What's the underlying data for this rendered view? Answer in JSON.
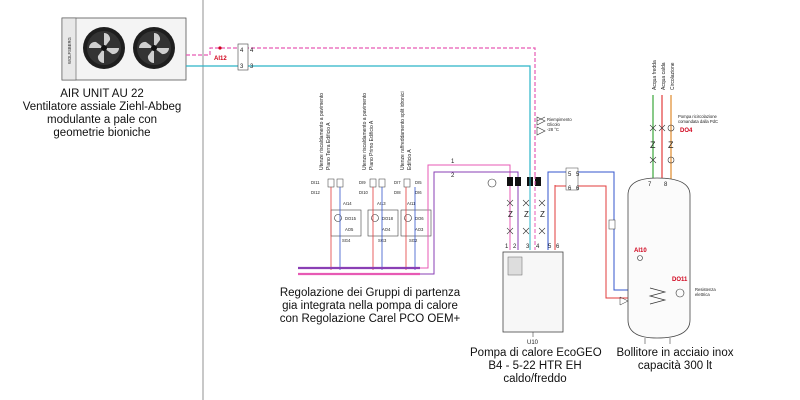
{
  "air_unit": {
    "title": "AIR UNIT AU 22",
    "line2": "Ventilatore assiale Ziehl-Abbeg",
    "line3": "modulante a pale con",
    "line4": "geometrie bioniche",
    "brand": "WOLFSBERG"
  },
  "caption_regolazione": {
    "line1": "Regolazione dei Gruppi di partenza",
    "line2": "gia integrata nella pompa di calore",
    "line3": "con Regolazione Carel PCO OEM+"
  },
  "caption_pompa": {
    "line1": "Pompa di calore EcoGEO",
    "line2": "B4 - 5-22  HTR EH",
    "line3": "caldo/freddo"
  },
  "caption_bollitore": {
    "line1": "Bollitore in acciaio inox",
    "line2": "capacità 300 lt"
  },
  "utenze": [
    {
      "line1": "Utenze riscaldamento a pavimento",
      "line2": "Piano Terra Edificio A"
    },
    {
      "line1": "Utenze riscaldamento a pavimento",
      "line2": "Piano Primo Edificio A"
    },
    {
      "line1": "Utenze raffreddamento split idronici",
      "line2": "Edificio A"
    }
  ],
  "acqua": {
    "fredda": "Acqua fredda",
    "calda": "Acqua calda",
    "circolazione": "Circolazione"
  },
  "labels": {
    "riempimento_l1": "Riempimento",
    "riempimento_l2": "Glicolo",
    "riempimento_l3": "-28 °C",
    "pompa_ricircolo_l1": "Pompa ricircolazione",
    "pompa_ricircolo_l2": "comandata dalla PdC",
    "resistenza_l1": "Resistenza",
    "resistenza_l2": "elettrica",
    "u10": "U10"
  },
  "signals": {
    "ai12": "AI12",
    "ai10": "AI10",
    "do4": "DO4",
    "do11": "DO11"
  },
  "groups": [
    {
      "di_top": "DI11",
      "di_bot": "DI12",
      "ai": "AI14",
      "do": "DO15",
      "ao": "AO5",
      "sg": "SG4"
    },
    {
      "di_top": "DI9",
      "di_bot": "DI10",
      "ai": "AI13",
      "do": "DO18",
      "ao": "AO4",
      "sg": "SG3"
    },
    {
      "di_top": "DI7",
      "di_bot": "DI8",
      "ai": "AI11",
      "do": "DO6",
      "ao": "AO3",
      "sg": "SG2"
    }
  ],
  "extra_di": {
    "di5": "DI5",
    "di6": "DI6"
  },
  "pipe_nums": {
    "n1": "1",
    "n2": "2",
    "n3": "3",
    "n4": "4",
    "n5": "5",
    "n6": "6",
    "n7": "7",
    "n8": "8"
  },
  "colors": {
    "pink": "#e75ab4",
    "cyan": "#2bb5c8",
    "purple": "#8a3fb5",
    "blue": "#3355cc",
    "red": "#e23b3b",
    "green": "#3aa63a",
    "orange": "#e08a2a",
    "signal_red": "#d0021b"
  }
}
